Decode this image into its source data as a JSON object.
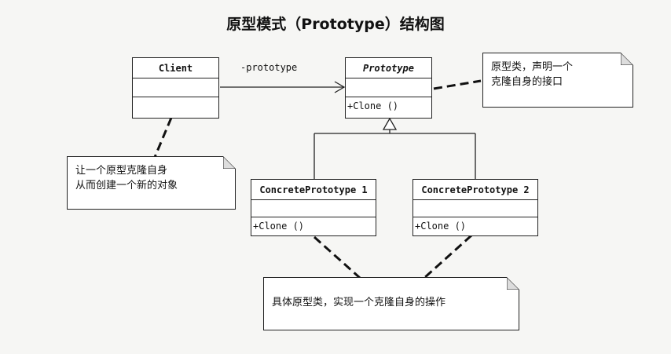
{
  "title": "原型模式（Prototype）结构图",
  "classes": {
    "client": {
      "name": "Client",
      "operations": ""
    },
    "prototype": {
      "name": "Prototype",
      "operations": "+Clone ()"
    },
    "concrete1": {
      "name": "ConcretePrototype 1",
      "operations": "+Clone ()"
    },
    "concrete2": {
      "name": "ConcretePrototype 2",
      "operations": "+Clone ()"
    }
  },
  "association": {
    "label": "-prototype"
  },
  "notes": {
    "prototype_note": {
      "line1": "原型类，声明一个",
      "line2": "克隆自身的接口"
    },
    "client_note": {
      "line1": "让一个原型克隆自身",
      "line2": "从而创建一个新的对象"
    },
    "concrete_note": {
      "line1": "具体原型类，实现一个克隆自身的操作"
    }
  }
}
